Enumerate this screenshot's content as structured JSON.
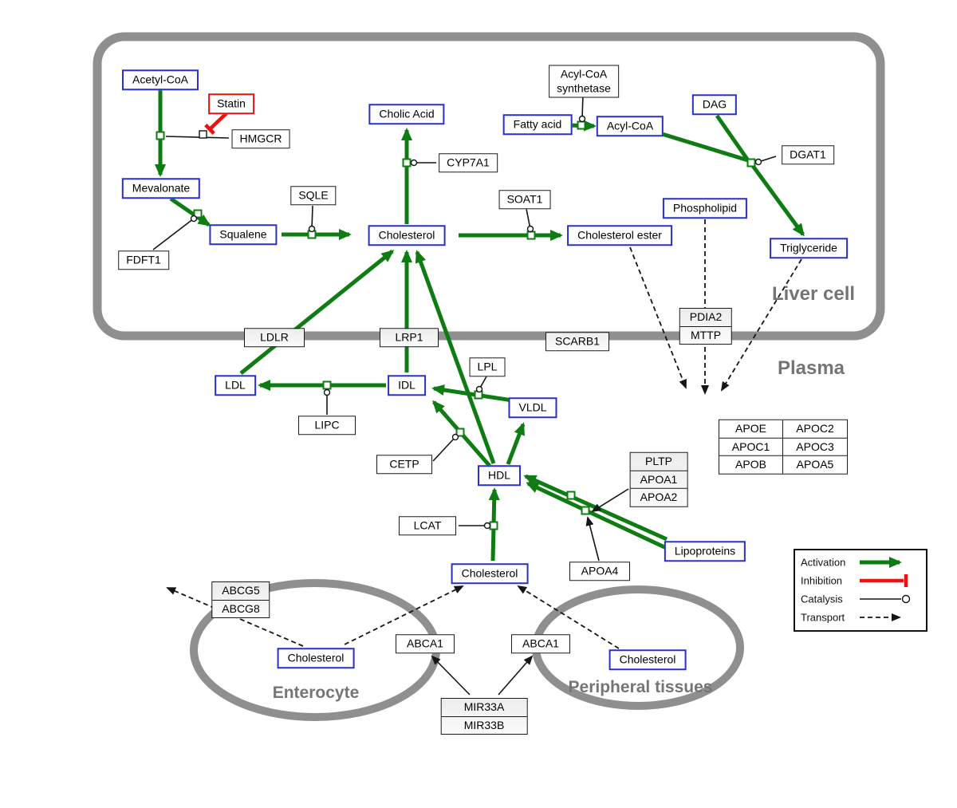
{
  "compartments": {
    "liver": "Liver cell",
    "plasma": "Plasma",
    "enterocyte": "Enterocyte",
    "peripheral": "Peripheral tissues"
  },
  "legend": {
    "activation": "Activation",
    "inhibition": "Inhibition",
    "catalysis": "Catalysis",
    "transport": "Transport"
  },
  "colors": {
    "activation_green": "#0e7c12",
    "inhibition_red": "#ee1111",
    "metabolite_blue": "#2830c8",
    "membrane_gray": "#8f8f8f",
    "compartment_label_gray": "#757575"
  },
  "nodes": {
    "acetyl_coa": "Acetyl-CoA",
    "statin": "Statin",
    "hmgcr": "HMGCR",
    "mevalonate": "Mevalonate",
    "fdft1": "FDFT1",
    "squalene": "Squalene",
    "sqle": "SQLE",
    "cholesterol_liver": "Cholesterol",
    "cholic_acid": "Cholic Acid",
    "cyp7a1": "CYP7A1",
    "soat1": "SOAT1",
    "cholesterol_ester": "Cholesterol ester",
    "acyl_coa_synthetase_line1": "Acyl-CoA",
    "acyl_coa_synthetase_line2": "synthetase",
    "fatty_acid": "Fatty acid",
    "acyl_coa": "Acyl-CoA",
    "dag": "DAG",
    "dgat1": "DGAT1",
    "phospholipid": "Phospholipid",
    "triglyceride": "Triglyceride",
    "pdia2": "PDIA2",
    "mttp": "MTTP",
    "ldlr": "LDLR",
    "lrp1": "LRP1",
    "scarb1": "SCARB1",
    "ldl": "LDL",
    "idl": "IDL",
    "lipc": "LIPC",
    "lpl": "LPL",
    "vldl": "VLDL",
    "cetp": "CETP",
    "hdl": "HDL",
    "pltp": "PLTP",
    "apoa1": "APOA1",
    "apoa2": "APOA2",
    "lcat": "LCAT",
    "apoa4": "APOA4",
    "lipoproteins": "Lipoproteins",
    "apo_r1c1": "APOE",
    "apo_r1c2": "APOC2",
    "apo_r2c1": "APOC1",
    "apo_r2c2": "APOC3",
    "apo_r3c1": "APOB",
    "apo_r3c2": "APOA5",
    "cholesterol_plasma": "Cholesterol",
    "abcg5": "ABCG5",
    "abcg8": "ABCG8",
    "cholesterol_enterocyte": "Cholesterol",
    "abca1_left": "ABCA1",
    "abca1_right": "ABCA1",
    "cholesterol_peripheral": "Cholesterol",
    "mir33a": "MIR33A",
    "mir33b": "MIR33B"
  }
}
